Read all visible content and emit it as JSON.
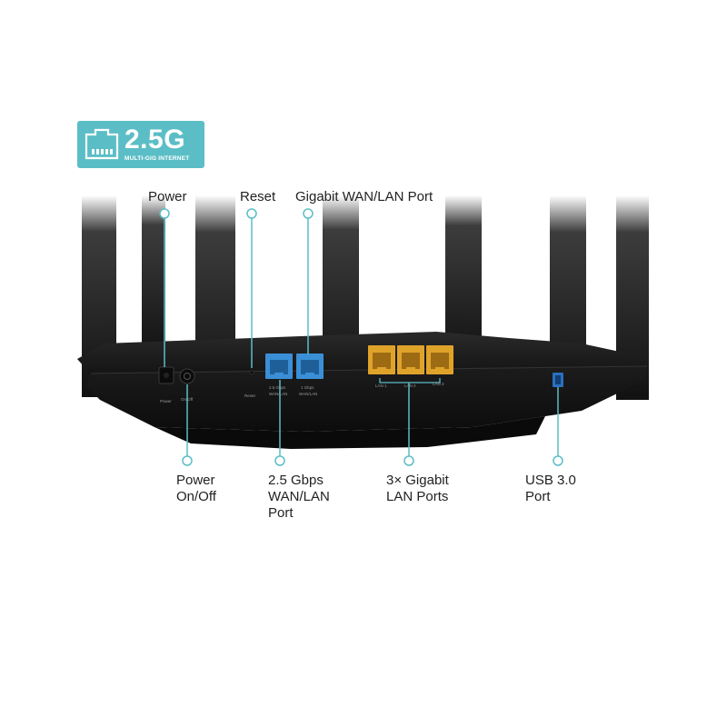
{
  "badge": {
    "title": "2.5G",
    "subtitle": "MULTI-GIG INTERNET",
    "icon": "ethernet-port-icon",
    "color": "#5bbec6"
  },
  "callouts_top": {
    "power": "Power",
    "reset": "Reset",
    "gigabit_wan_lan": "Gigabit WAN/LAN Port"
  },
  "callouts_bottom": {
    "power_onoff": "Power\nOn/Off",
    "wan_lan_2_5": "2.5 Gbps\nWAN/LAN\nPort",
    "lan_ports": "3× Gigabit\nLAN Ports",
    "usb": "USB 3.0\nPort"
  },
  "device_labels": {
    "power": "Power",
    "onoff": "On/Off",
    "reset": "Reset",
    "wan25_line1": "2.5 Gbps",
    "wan25_line2": "WAN/LAN",
    "wan1_line1": "1 Gbps",
    "wan1_line2": "WAN/LAN",
    "lan1": "LAN 1",
    "lan2": "LAN 2",
    "lan3": "LAN 3"
  },
  "colors": {
    "accent": "#5bbec6",
    "wan_port": "#3a8fd6",
    "lan_port": "#e0a32a",
    "body": "#161616"
  }
}
